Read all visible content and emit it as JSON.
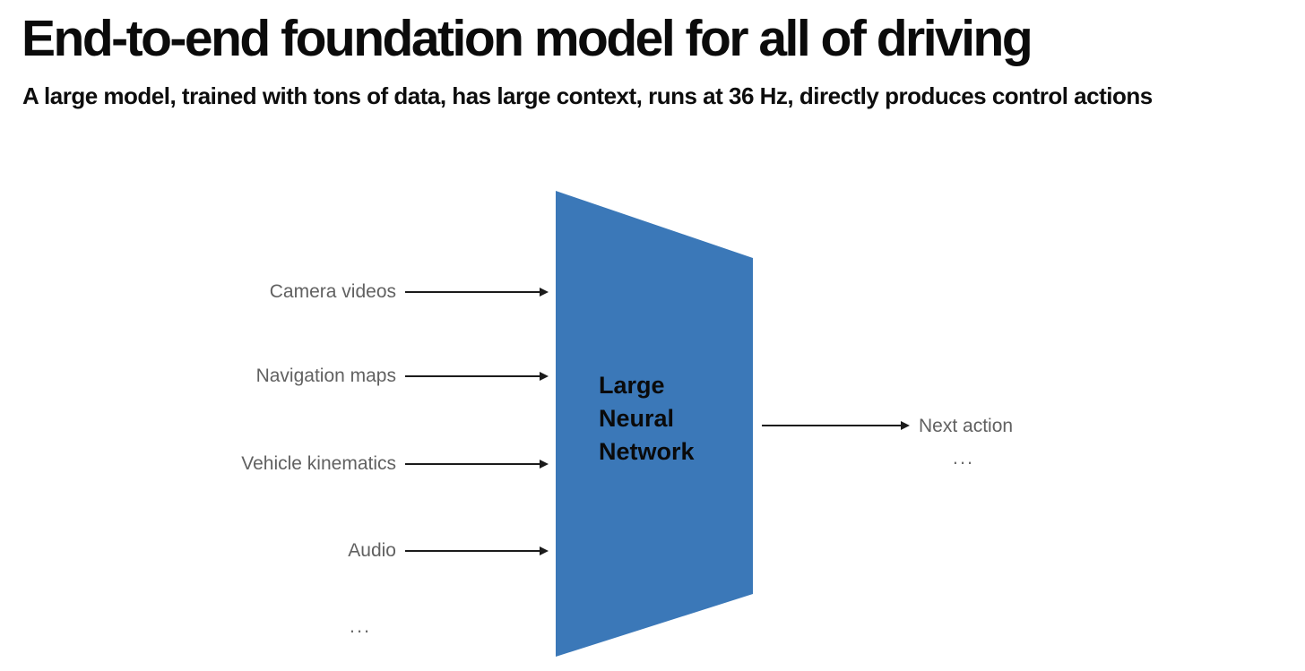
{
  "slide": {
    "title": "End-to-end foundation model for all of driving",
    "subtitle": "A large model, trained with tons of data, has large context, runs at 36 Hz, directly produces control actions"
  },
  "diagram": {
    "inputs": [
      {
        "label": "Camera videos"
      },
      {
        "label": "Navigation maps"
      },
      {
        "label": "Vehicle kinematics"
      },
      {
        "label": "Audio"
      }
    ],
    "inputs_ellipsis": "...",
    "model": {
      "label": "Large\nNeural\nNetwork"
    },
    "output": {
      "label": "Next action",
      "ellipsis": "..."
    }
  },
  "icons": {
    "input_arrows": "arrow-right",
    "output_arrow": "arrow-right"
  },
  "colors": {
    "model_fill": "#3b78b8",
    "label_gray": "#616161",
    "arrow_black": "#1b1b1b",
    "title_black": "#0b0b0b"
  }
}
